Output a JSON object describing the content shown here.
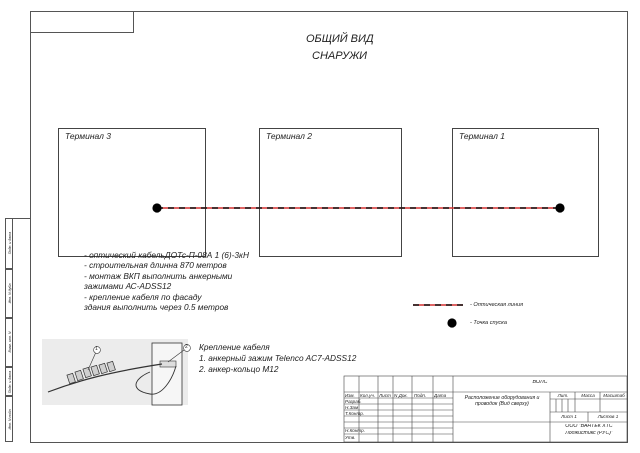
{
  "title": {
    "line1": "ОБЩИЙ ВИД",
    "line2": "СНАРУЖИ"
  },
  "terminals": [
    {
      "label": "Терминал 3"
    },
    {
      "label": "Терминал 2"
    },
    {
      "label": "Терминал 1"
    }
  ],
  "notes": [
    "- оптический кабельДОТс-П-08А 1 (6)-3кН",
    "- строительная длинна 870 метров",
    "- монтаж ВКП выполнить анкерными",
    "зажимами АС-ADSS12",
    "- крепление кабеля по фасаду",
    "здания выполнить через 0.5 метров"
  ],
  "legend": {
    "line_label": "- Оптическая линия",
    "point_label": "- Точка спуска"
  },
  "mounting": {
    "callout_1": "1",
    "callout_2": "2",
    "heading": "Крепление кабеля",
    "item1": "1. анкерный зажим Telenco AC7-ADSS12",
    "item2": "2. анкер-кольцо М12"
  },
  "side_stamps": [
    "Инв. N подл.",
    "Подп. и дата",
    "Взам. инв. N",
    "Инв. N дубл.",
    "Подп. и дата"
  ],
  "title_block": {
    "project": "ВОЛС",
    "col_headers": [
      "Изм.",
      "Кол.уч.",
      "Лист",
      "N Док.",
      "Подп.",
      "Дата"
    ],
    "roles": [
      "Разраб.",
      "Н.Зам",
      "Т.Контр.",
      "",
      "Н.Контр.",
      "Утв."
    ],
    "description": "Расположение оборудования и проводок (Вид сверху)",
    "lit_header": "Лит.",
    "mass_header": "Масса",
    "scale_header": "Масштаб",
    "sheet_label": "Лист 1",
    "sheets_label": "Листов 1",
    "org_line1": "ООО \"ВАНТЕК ХТС",
    "org_line2": "Лоджистикс (РУС)\""
  },
  "colors": {
    "fiber_line": "#d43030",
    "frame": "#555555",
    "point": "#000000"
  }
}
